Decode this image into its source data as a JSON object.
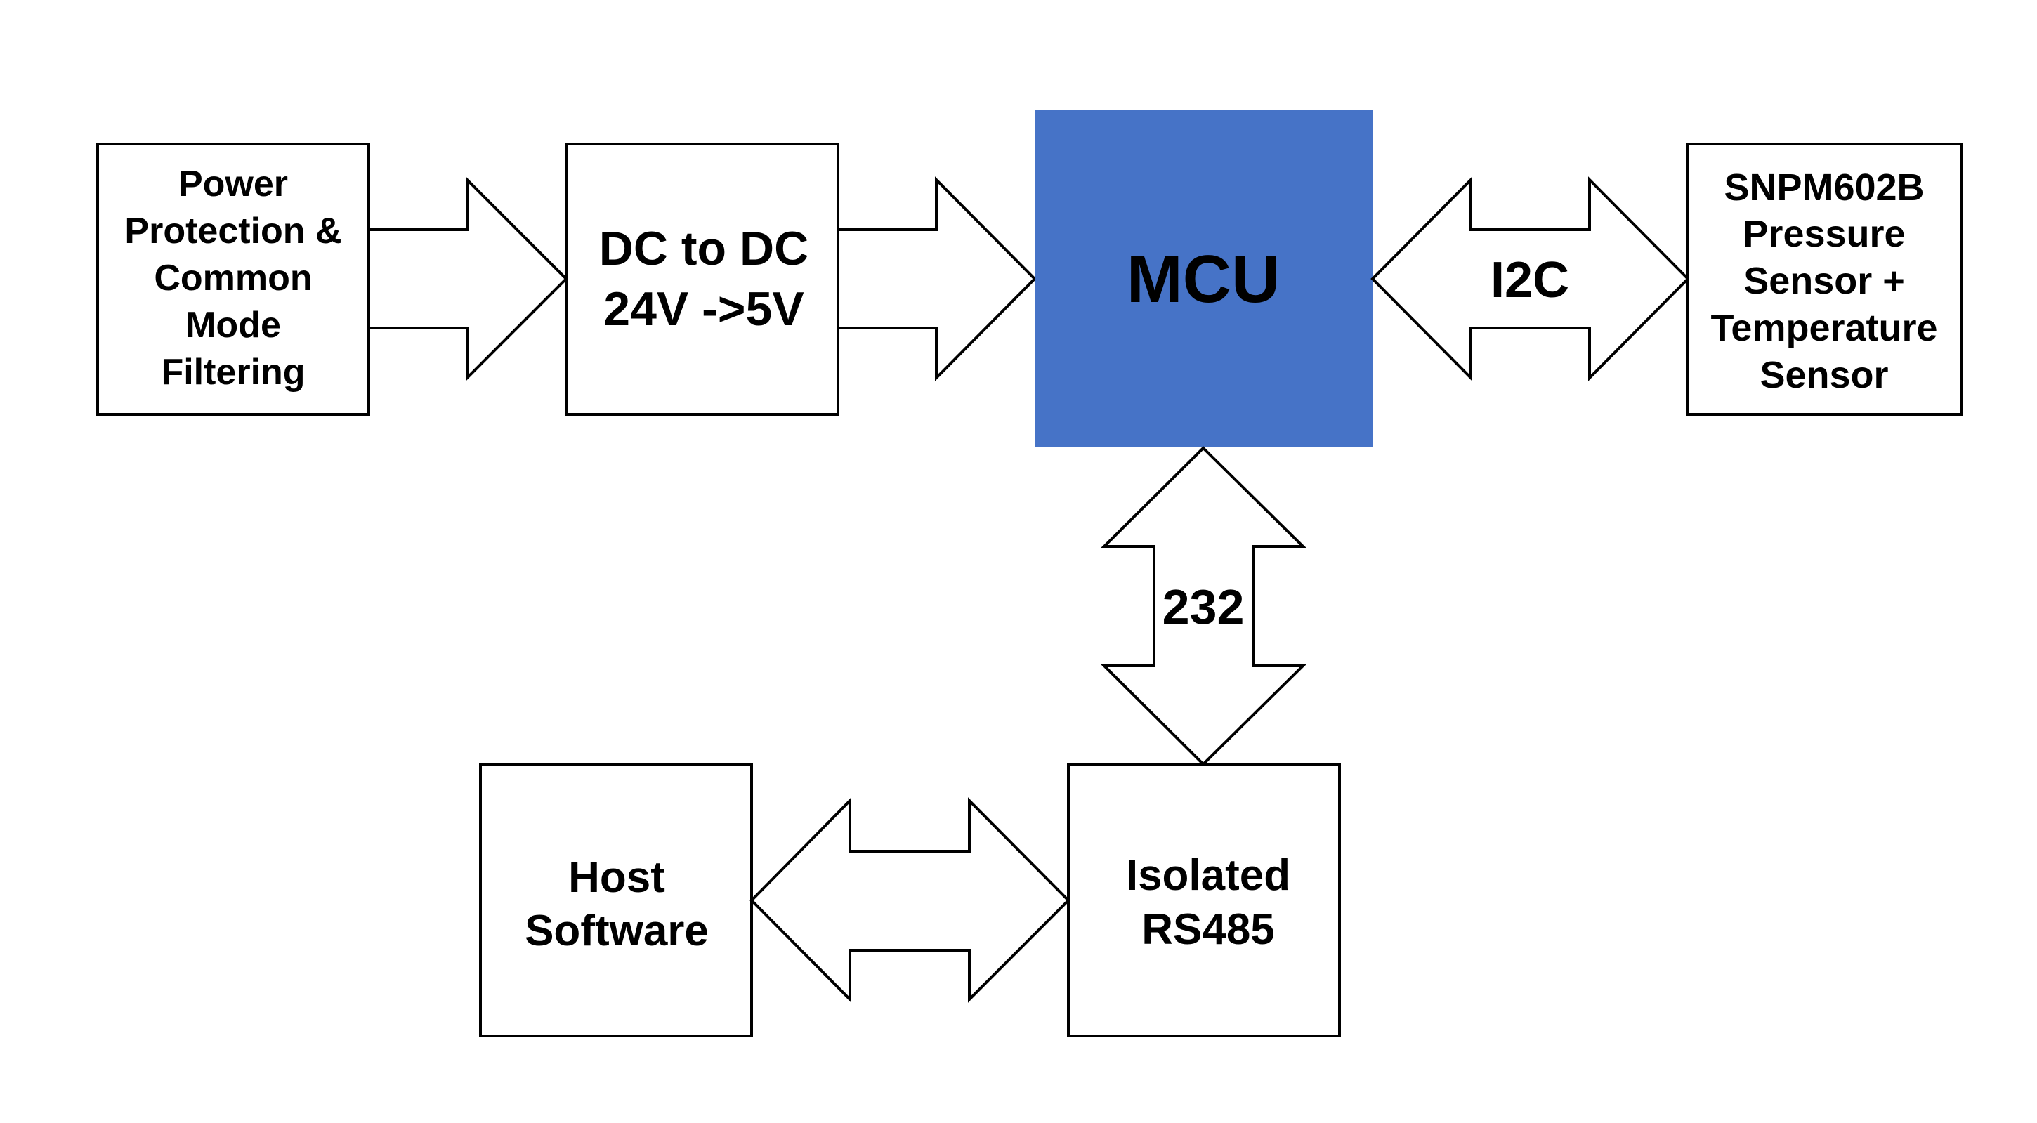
{
  "diagram": {
    "title": "System block diagram",
    "colors": {
      "mcu_fill": "#4673C7",
      "stroke": "#000000",
      "background": "#FFFFFF"
    },
    "blocks": {
      "power": {
        "lines": [
          "Power",
          "Protection &",
          "Common",
          "Mode",
          "Filtering"
        ]
      },
      "dcdc": {
        "lines": [
          "DC to DC",
          "24V ->5V"
        ]
      },
      "mcu": {
        "lines": [
          "MCU"
        ]
      },
      "sensor": {
        "lines": [
          "SNPM602B",
          "Pressure",
          "Sensor +",
          "Temperature",
          "Sensor"
        ]
      },
      "rs485": {
        "lines": [
          "Isolated",
          "RS485"
        ]
      },
      "host": {
        "lines": [
          "Host",
          "Software"
        ]
      }
    },
    "connections": [
      {
        "from": "power",
        "to": "dcdc",
        "direction": "one-way",
        "label": ""
      },
      {
        "from": "dcdc",
        "to": "mcu",
        "direction": "one-way",
        "label": ""
      },
      {
        "from": "mcu",
        "to": "sensor",
        "direction": "bidirectional",
        "label": "I2C"
      },
      {
        "from": "mcu",
        "to": "rs485",
        "direction": "bidirectional",
        "label": "232"
      },
      {
        "from": "host",
        "to": "rs485",
        "direction": "bidirectional",
        "label": ""
      }
    ]
  }
}
